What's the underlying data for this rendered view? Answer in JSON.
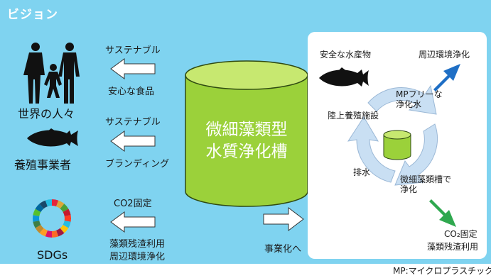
{
  "title": "ビジョン",
  "left": {
    "people_label": "世界の人々",
    "farmer_label": "養殖事業者",
    "sdgs_label": "SDGs"
  },
  "arrows": {
    "top_label_above": "サステナブル",
    "top_label_below": "安心な食品",
    "mid_label_above": "サステナブル",
    "mid_label_below": "ブランディング",
    "bottom_label_above": "CO2固定",
    "bottom_label_below_1": "藻類残渣利用",
    "bottom_label_below_2": "周辺環境浄化",
    "business_label": "事業化へ"
  },
  "tank": {
    "line1": "微細藻類型",
    "line2": "水質浄化槽"
  },
  "cycle": {
    "safe_seafood": "安全な水産物",
    "env_purify": "周辺環境浄化",
    "mp_free_1": "MPフリーな",
    "mp_free_2": "浄化水",
    "land_farm": "陸上養殖施設",
    "drainage": "排水",
    "algae_tank_1": "微細藻類槽で",
    "algae_tank_2": "浄化",
    "co2_fix": "CO₂固定",
    "residue_use": "藻類残渣利用"
  },
  "footnote": "MP:マイクロプラスチック",
  "colors": {
    "panel_bg": "#7fd3f0",
    "tank_green": "#9bd13a",
    "tank_top": "#c7e870",
    "arrow_blue": "#1f6fc5",
    "arrow_green": "#2fa84f",
    "cycle_blue": "#c9dff3"
  }
}
